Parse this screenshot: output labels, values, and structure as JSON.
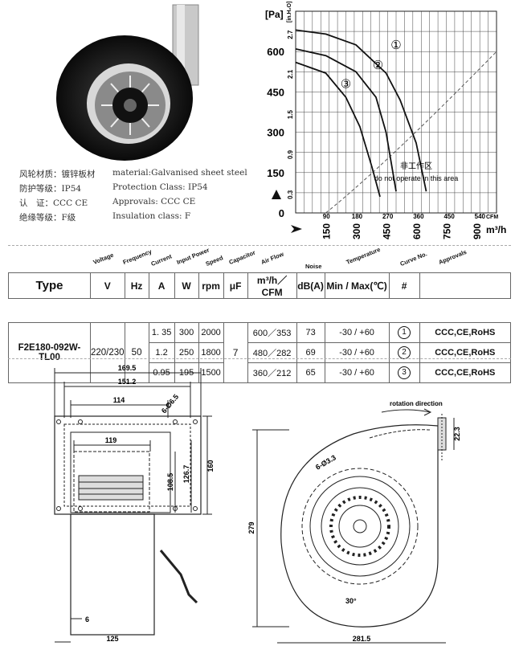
{
  "specs": {
    "cn": [
      "风轮材质：镀锌板材",
      "防护等级：IP54",
      "认　证：CCC CE",
      "绝缘等级：F级"
    ],
    "en": [
      "material:Galvanised sheet steel",
      "Protection Class: IP54",
      "Approvals: CCC  CE",
      "Insulation class: F"
    ]
  },
  "chart": {
    "pa_label": "[Pa]",
    "inh2o_label": "[in.H₂O]",
    "y_ticks": [
      "600",
      "450",
      "300",
      "150",
      "0"
    ],
    "inh2o_ticks": [
      "2.7",
      "2.1",
      "1.5",
      "0.9",
      "0.3"
    ],
    "cfm_ticks": [
      "90",
      "180",
      "270",
      "360",
      "450",
      "540"
    ],
    "cfm_unit": "CFM",
    "m3h_ticks": [
      "150",
      "300",
      "450",
      "600",
      "750",
      "900"
    ],
    "m3h_unit": "m³/h",
    "curve_labels": [
      "①",
      "②",
      "③"
    ],
    "zone_cn": "非工作区",
    "zone_en": "do not operate in this area"
  },
  "chart_data": {
    "type": "line",
    "xlabel": "m³/h",
    "ylabel": "[Pa]",
    "xlim": [
      0,
      1000
    ],
    "ylim": [
      0,
      750
    ],
    "grid": true,
    "series": [
      {
        "name": "①",
        "x": [
          0,
          150,
          300,
          450,
          520,
          600,
          650
        ],
        "y": [
          680,
          665,
          625,
          520,
          420,
          260,
          80
        ]
      },
      {
        "name": "②",
        "x": [
          0,
          150,
          300,
          400,
          450,
          500
        ],
        "y": [
          610,
          585,
          525,
          430,
          300,
          80
        ]
      },
      {
        "name": "③",
        "x": [
          0,
          150,
          250,
          320,
          380,
          420
        ],
        "y": [
          560,
          520,
          430,
          320,
          170,
          60
        ]
      }
    ]
  },
  "table": {
    "rotated_headers": [
      "Voltage",
      "Frequency",
      "Current",
      "Input Power",
      "Speed",
      "Capacitor",
      "Air Flow",
      "Noise",
      "Temperature",
      "Curve No.",
      "Approvals"
    ],
    "units": [
      "Type",
      "V",
      "Hz",
      "A",
      "W",
      "rpm",
      "μF",
      "m³/h／CFM",
      "dB(A)",
      "Min / Max(℃)",
      "#",
      ""
    ],
    "type": "F2E180-092W-TL00",
    "voltage": "220/230",
    "frequency": "50",
    "capacitor": "7",
    "rows": [
      {
        "current": "1. 35",
        "power": "300",
        "speed": "2000",
        "flow": "600／353",
        "noise": "73",
        "temp": "-30 / +60",
        "curve": "1",
        "approvals": "CCC,CE,RoHS"
      },
      {
        "current": "1.2",
        "power": "250",
        "speed": "1800",
        "flow": "480／282",
        "noise": "69",
        "temp": "-30 / +60",
        "curve": "2",
        "approvals": "CCC,CE,RoHS"
      },
      {
        "current": "0.95",
        "power": "195",
        "speed": "1500",
        "flow": "360／212",
        "noise": "65",
        "temp": "-30 / +60",
        "curve": "3",
        "approvals": "CCC,CE,RoHS"
      }
    ]
  },
  "drawing": {
    "front": {
      "d1": "169.5",
      "d2": "151.2",
      "d3": "114",
      "d4": "119",
      "hole": "6-Ø6.5",
      "h1": "108.5",
      "h2": "126.7",
      "h3": "160",
      "d5": "6",
      "d6": "125"
    },
    "side": {
      "rotation": "rotation direction",
      "d1": "22.3",
      "hole": "6-Ø3.3",
      "height": "279",
      "angle": "30°",
      "width": "281.5"
    }
  }
}
